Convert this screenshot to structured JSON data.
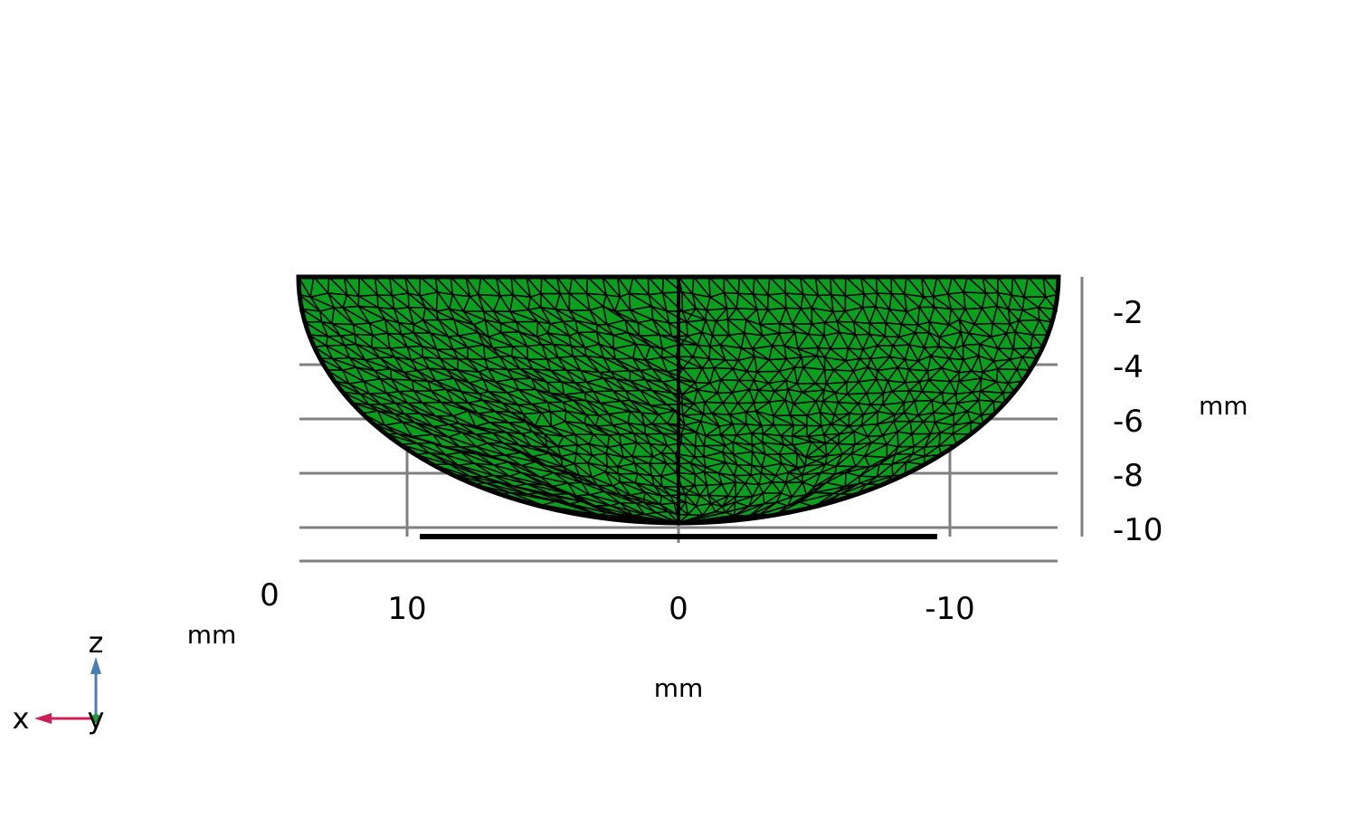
{
  "scene": {
    "mesh_color": "#0aa01e",
    "edge_color": "#000000",
    "grid_color": "#808080"
  },
  "axes": {
    "x_ticks": [
      "10",
      "0",
      "-10"
    ],
    "x_unit": "mm",
    "z_ticks": [
      "-2",
      "-4",
      "-6",
      "-8",
      "-10"
    ],
    "z_unit": "mm",
    "y_tick": "0",
    "y_unit": "mm"
  },
  "triad": {
    "z_label": "z",
    "x_label": "x",
    "y_label": "y",
    "z_color": "#4a7eb5",
    "x_color": "#cc1f55",
    "y_color": "#1f9a3a"
  }
}
